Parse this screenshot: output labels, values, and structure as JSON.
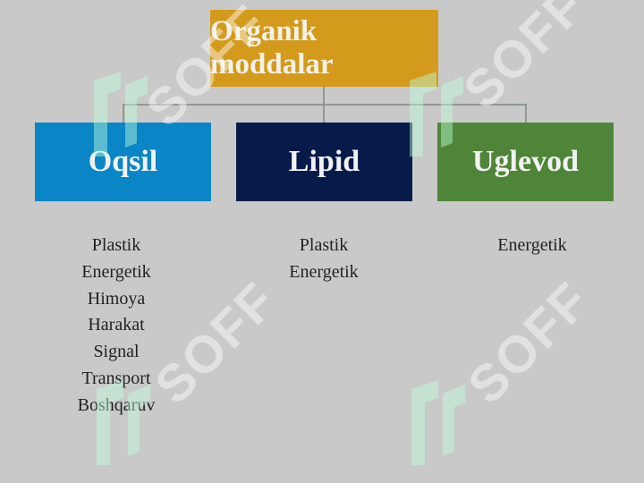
{
  "root": {
    "label": "Organik moddalar",
    "color": "#d49a1c"
  },
  "children": [
    {
      "label": "Oqsil",
      "color": "#0a86c6",
      "items": [
        "Plastik",
        "Energetik",
        "Himoya",
        "Harakat",
        "Signal",
        "Transport",
        "Boshqaruv"
      ]
    },
    {
      "label": "Lipid",
      "color": "#061b4a",
      "items": [
        "Plastik",
        "Energetik"
      ]
    },
    {
      "label": "Uglevod",
      "color": "#4f8538",
      "items": [
        "Energetik"
      ]
    }
  ],
  "watermark": {
    "text": "SOFF"
  }
}
